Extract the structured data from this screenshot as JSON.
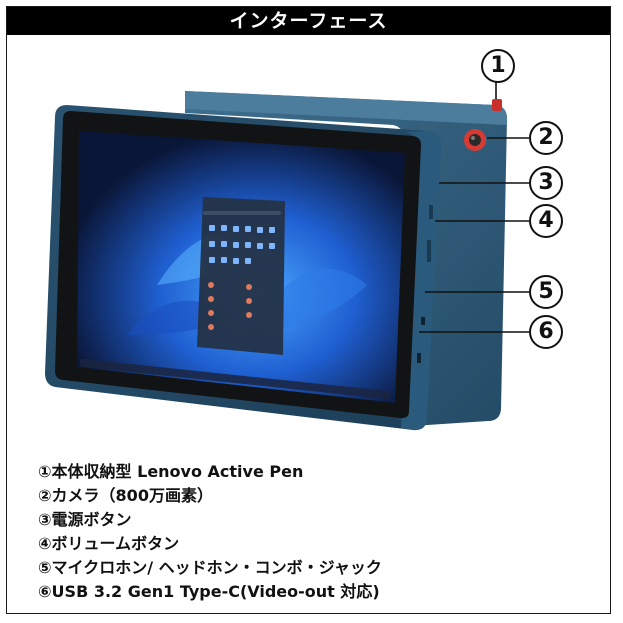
{
  "header": {
    "title": "インターフェース"
  },
  "callouts": [
    "1",
    "2",
    "3",
    "4",
    "5",
    "6"
  ],
  "specs": [
    "①本体収納型 Lenovo Active Pen",
    "②カメラ（800万画素）",
    "③電源ボタン",
    "④ボリュームボタン",
    "⑤マイクロホン/ ヘッドホン・コンボ・ジャック",
    "⑥USB 3.2 Gen1 Type-C(Video-out 対応)"
  ],
  "colors": {
    "header_bg": "#000000",
    "tablet_body": "#2f5b78",
    "screen": "#0b1a3d",
    "camera_ring": "#d63a32"
  }
}
